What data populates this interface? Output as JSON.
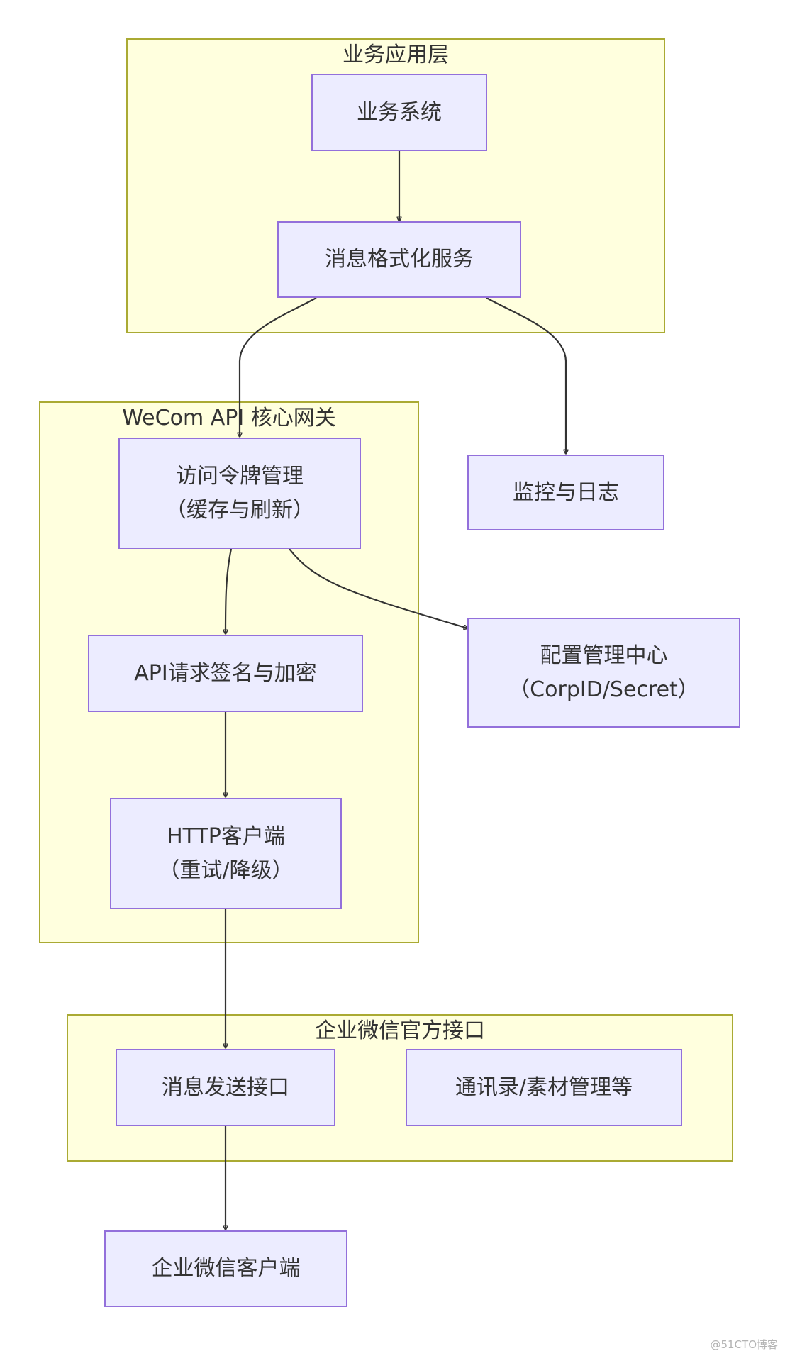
{
  "clusters": {
    "business_layer": "业务应用层",
    "gateway": "WeCom API 核心网关",
    "official": "企业微信官方接口"
  },
  "nodes": {
    "business_system": "业务系统",
    "message_format": "消息格式化服务",
    "token_line1": "访问令牌管理",
    "token_line2": "（缓存与刷新）",
    "signing": "API请求签名与加密",
    "http_line1": "HTTP客户端",
    "http_line2": "（重试/降级）",
    "message_send": "消息发送接口",
    "contacts": "通讯录/素材管理等",
    "wecom_client": "企业微信客户端",
    "monitor": "监控与日志",
    "config_line1": "配置管理中心",
    "config_line2": "（CorpID/Secret）"
  },
  "watermark": "@51CTO博客"
}
